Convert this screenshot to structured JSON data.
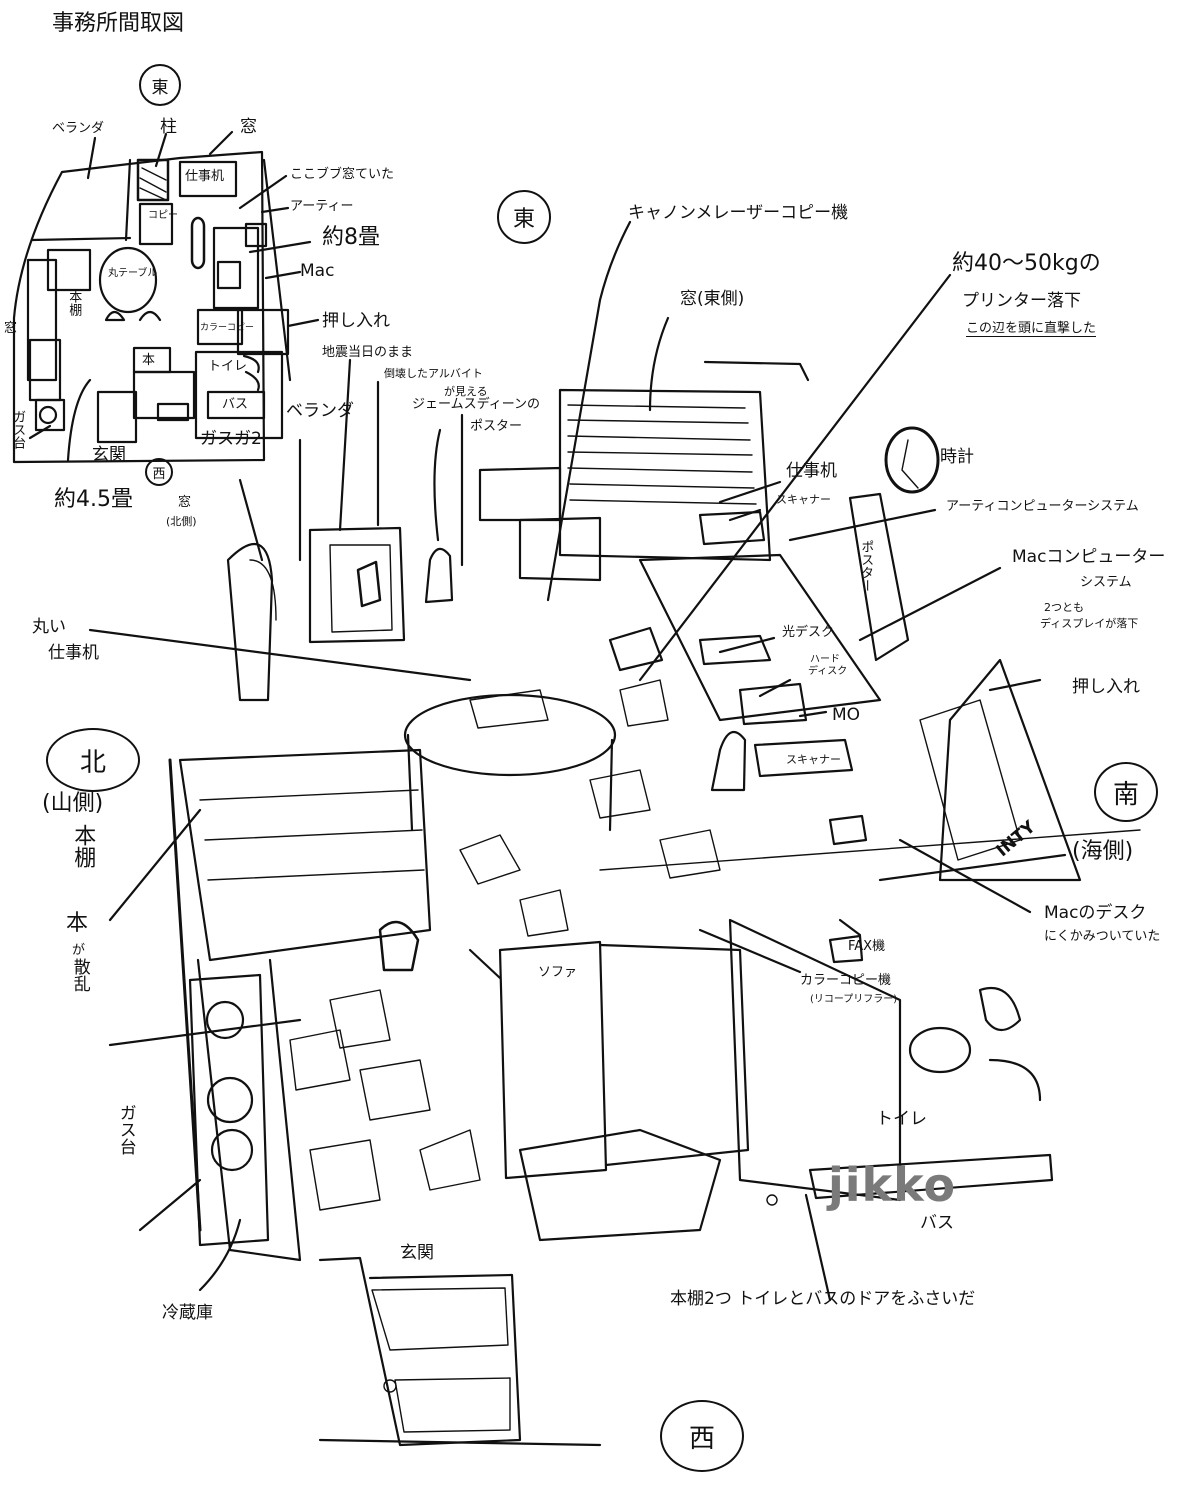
{
  "title": "事務所間取図",
  "compass": {
    "east": "東",
    "west": "西",
    "south": "南",
    "north": "北",
    "north_note": "(山側)",
    "south_note": "(海側)"
  },
  "floor_plan": {
    "labels": {
      "veranda": "ベランダ",
      "pillar": "柱",
      "window": "窓",
      "work_desk": "仕事机",
      "glass_broken": "ここブブ窓ていた",
      "amiga": "アーティー",
      "area_8": "約8畳",
      "mac": "Mac",
      "closet": "押し入れ",
      "round_table": "丸テーブル",
      "bookshelf": "本棚",
      "window_side": "窓",
      "gas_stove": "ガス台",
      "entrance": "玄関",
      "area_45": "約4.5畳",
      "gas_meter": "ガスガ2",
      "copier": "コピー",
      "color_copy": "カラーコピー",
      "toilet": "トイレ",
      "bath": "バス",
      "book": "本",
      "veranda2": "ベランダ"
    }
  },
  "annotations": {
    "copier_laser": "キャノンメレーザーコピー機",
    "window_east": "窓(東側)",
    "printer_fall_1": "約40〜50kgの",
    "printer_fall_2": "プリンター落下",
    "printer_fall_3": "この辺を頭に直撃した",
    "quake_1": "地震当日のまま",
    "quake_2": "倒壊したアルバイト",
    "quake_3": "が見える",
    "poster_1": "ジェームスディーンの",
    "poster_2": "ポスター",
    "veranda": "ベランダ",
    "work_desk": "仕事机",
    "clock": "時計",
    "scanner_top": "スキャナー",
    "amiga_system": "アーティコンピューターシステム",
    "poster_vertical": "ポスター",
    "mac_system_1": "Macコンピューター",
    "mac_system_2": "システム",
    "display_fall_1": "2つとも",
    "display_fall_2": "ディスプレイが落下",
    "light_desk": "光デスク",
    "hard_disk_1": "ハード",
    "hard_disk_2": "ディスク",
    "mo": "MO",
    "scanner": "スキャナー",
    "closet": "押し入れ",
    "round_desk_1": "丸い",
    "round_desk_2": "仕事机",
    "window_north_1": "窓",
    "window_north_2": "(北側)",
    "bookshelf": "本棚",
    "books_scattered_1": "本",
    "books_scattered_2": "が",
    "books_scattered_3": "散乱",
    "gas_stove": "ガス台",
    "fridge": "冷蔵庫",
    "entrance": "玄関",
    "sofa": "ソファ",
    "fax": "FAX機",
    "color_copier_1": "カラーコピー機",
    "color_copier_2": "(リコープリフラー)",
    "mac_desk_1": "Macのデスク",
    "mac_desk_2": "にくかみついていた",
    "toilet": "トイレ",
    "bath": "バス",
    "bottom_note": "本棚2つ トイレとバスのドアをふさいだ",
    "indy_sign": "INTY"
  },
  "watermark": "jikko"
}
